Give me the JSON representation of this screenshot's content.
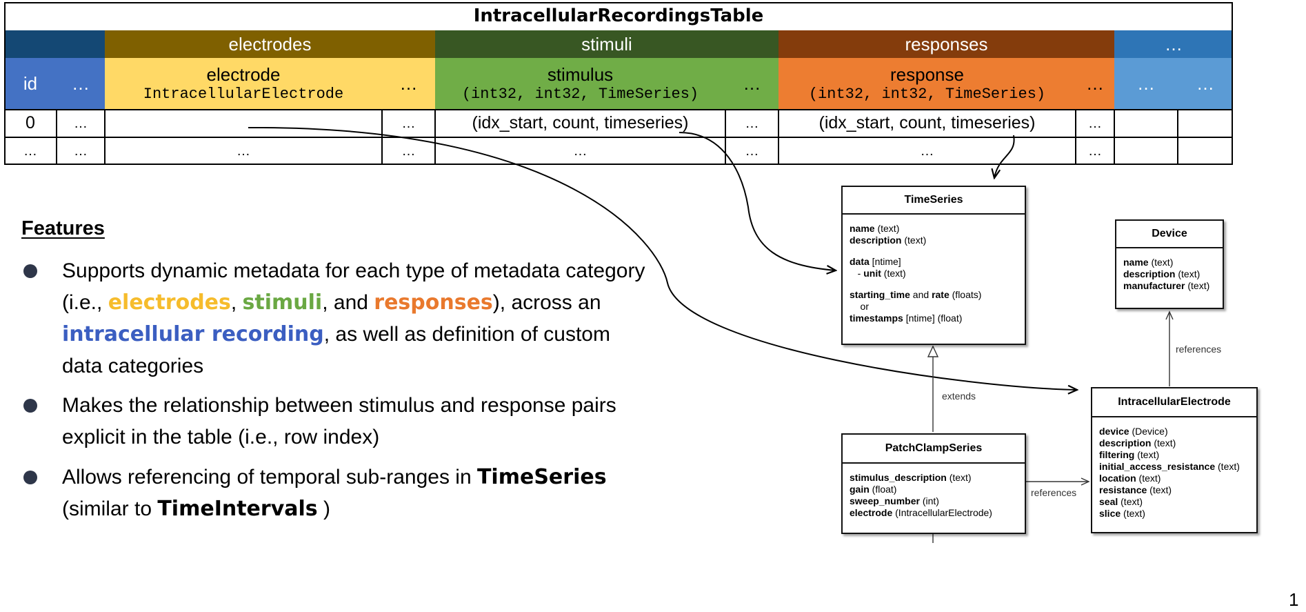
{
  "table": {
    "title": "IntracellularRecordingsTable",
    "groups": [
      {
        "label": "",
        "color": "#144874"
      },
      {
        "label": "electrodes",
        "color": "#7f6000"
      },
      {
        "label": "stimuli",
        "color": "#385723"
      },
      {
        "label": "responses",
        "color": "#843c0c"
      },
      {
        "label": "…",
        "color": "#2e75b6"
      }
    ],
    "columns": [
      {
        "label": "id",
        "type": "",
        "color": "#4472c4",
        "text_color": "#ffffff"
      },
      {
        "label": "…",
        "type": "",
        "color": "#4472c4",
        "text_color": "#ffffff"
      },
      {
        "label": "electrode",
        "type": "IntracellularElectrode",
        "color": "#ffd966",
        "text_color": "#000000"
      },
      {
        "label": "…",
        "type": "",
        "color": "#ffd966",
        "text_color": "#000000"
      },
      {
        "label": "stimulus",
        "type": "(int32, int32, TimeSeries)",
        "color": "#70ad47",
        "text_color": "#000000"
      },
      {
        "label": "…",
        "type": "",
        "color": "#70ad47",
        "text_color": "#000000"
      },
      {
        "label": "response",
        "type": "(int32, int32, TimeSeries)",
        "color": "#ed7d31",
        "text_color": "#000000"
      },
      {
        "label": "…",
        "type": "",
        "color": "#ed7d31",
        "text_color": "#000000"
      },
      {
        "label": "…",
        "type": "",
        "color": "#5b9bd5",
        "text_color": "#ffffff"
      },
      {
        "label": "…",
        "type": "",
        "color": "#5b9bd5",
        "text_color": "#ffffff"
      }
    ],
    "rows": [
      [
        "0",
        "…",
        "",
        "…",
        "(idx_start, count, timeseries)",
        "…",
        "(idx_start, count, timeseries)",
        "…",
        "",
        ""
      ],
      [
        "…",
        "…",
        "…",
        "…",
        "…",
        "…",
        "…",
        "…",
        "",
        ""
      ]
    ]
  },
  "features": {
    "heading": "Features",
    "bullets": [
      {
        "parts": [
          {
            "text": "Supports dynamic metadata for each type of metadata category (i.e., ",
            "style": ""
          },
          {
            "text": "electrodes",
            "style": "e"
          },
          {
            "text": ", ",
            "style": ""
          },
          {
            "text": "stimuli",
            "style": "s"
          },
          {
            "text": ", and ",
            "style": ""
          },
          {
            "text": "responses",
            "style": "r"
          },
          {
            "text": "), across an ",
            "style": ""
          },
          {
            "text": "intracellular recording",
            "style": "i"
          },
          {
            "text": ", as well as definition of custom data categories",
            "style": ""
          }
        ]
      },
      {
        "parts": [
          {
            "text": "Makes the relationship between stimulus and response pairs explicit in the table (i.e., row index)",
            "style": ""
          }
        ]
      },
      {
        "parts": [
          {
            "text": "Allows referencing of temporal sub-ranges in ",
            "style": ""
          },
          {
            "text": "TimeSeries",
            "style": "k"
          },
          {
            "text": " (similar to ",
            "style": ""
          },
          {
            "text": "TimeIntervals",
            "style": "k"
          },
          {
            "text": " )",
            "style": ""
          }
        ]
      }
    ]
  },
  "uml": {
    "timeseries": {
      "title": "TimeSeries",
      "lines": [
        [
          {
            "t": "name",
            "b": true
          },
          {
            "t": " (text)",
            "b": false
          }
        ],
        [
          {
            "t": "description",
            "b": true
          },
          {
            "t": " (text)",
            "b": false
          }
        ],
        [],
        [
          {
            "t": "data",
            "b": true
          },
          {
            "t": " [ntime]",
            "b": false
          }
        ],
        [
          {
            "t": "   - ",
            "b": false
          },
          {
            "t": "unit",
            "b": true
          },
          {
            "t": " (text)",
            "b": false
          }
        ],
        [],
        [
          {
            "t": "starting_time",
            "b": true
          },
          {
            "t": " and ",
            "b": false
          },
          {
            "t": "rate",
            "b": true
          },
          {
            "t": " (floats)",
            "b": false
          }
        ],
        [
          {
            "t": "    or",
            "b": false
          }
        ],
        [
          {
            "t": "timestamps",
            "b": true
          },
          {
            "t": " [ntime] (float)",
            "b": false
          }
        ]
      ]
    },
    "device": {
      "title": "Device",
      "lines": [
        [
          {
            "t": "name",
            "b": true
          },
          {
            "t": " (text)",
            "b": false
          }
        ],
        [
          {
            "t": "description",
            "b": true
          },
          {
            "t": " (text)",
            "b": false
          }
        ],
        [
          {
            "t": "manufacturer",
            "b": true
          },
          {
            "t": " (text)",
            "b": false
          }
        ]
      ]
    },
    "patchclamp": {
      "title": "PatchClampSeries",
      "lines": [
        [
          {
            "t": "stimulus_description",
            "b": true
          },
          {
            "t": " (text)",
            "b": false
          }
        ],
        [
          {
            "t": "gain",
            "b": true
          },
          {
            "t": " (float)",
            "b": false
          }
        ],
        [
          {
            "t": "sweep_number",
            "b": true
          },
          {
            "t": " (int)",
            "b": false
          }
        ],
        [
          {
            "t": "electrode",
            "b": true
          },
          {
            "t": " (IntracellularElectrode)",
            "b": false
          }
        ]
      ]
    },
    "electrode": {
      "title": "IntracellularElectrode",
      "lines": [
        [
          {
            "t": "device",
            "b": true
          },
          {
            "t": " (Device)",
            "b": false
          }
        ],
        [
          {
            "t": "description",
            "b": true
          },
          {
            "t": " (text)",
            "b": false
          }
        ],
        [
          {
            "t": "filtering",
            "b": true
          },
          {
            "t": " (text)",
            "b": false
          }
        ],
        [
          {
            "t": "initial_access_resistance",
            "b": true
          },
          {
            "t": " (text)",
            "b": false
          }
        ],
        [
          {
            "t": "location",
            "b": true
          },
          {
            "t": " (text)",
            "b": false
          }
        ],
        [
          {
            "t": "resistance",
            "b": true
          },
          {
            "t": " (text)",
            "b": false
          }
        ],
        [
          {
            "t": "seal",
            "b": true
          },
          {
            "t": " (text)",
            "b": false
          }
        ],
        [
          {
            "t": "slice",
            "b": true
          },
          {
            "t": " (text)",
            "b": false
          }
        ]
      ]
    },
    "labels": {
      "extends": "extends",
      "references_device": "references",
      "references_electrode": "references"
    }
  },
  "page_number": "1"
}
